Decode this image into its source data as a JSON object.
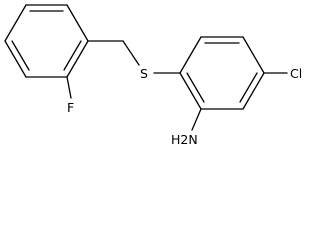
{
  "molecule": {
    "atoms": {
      "sulfur": "S",
      "chlorine": "Cl",
      "fluorine": "F",
      "amine": "H2N"
    },
    "bond_color": "#000000",
    "background": "#ffffff"
  }
}
